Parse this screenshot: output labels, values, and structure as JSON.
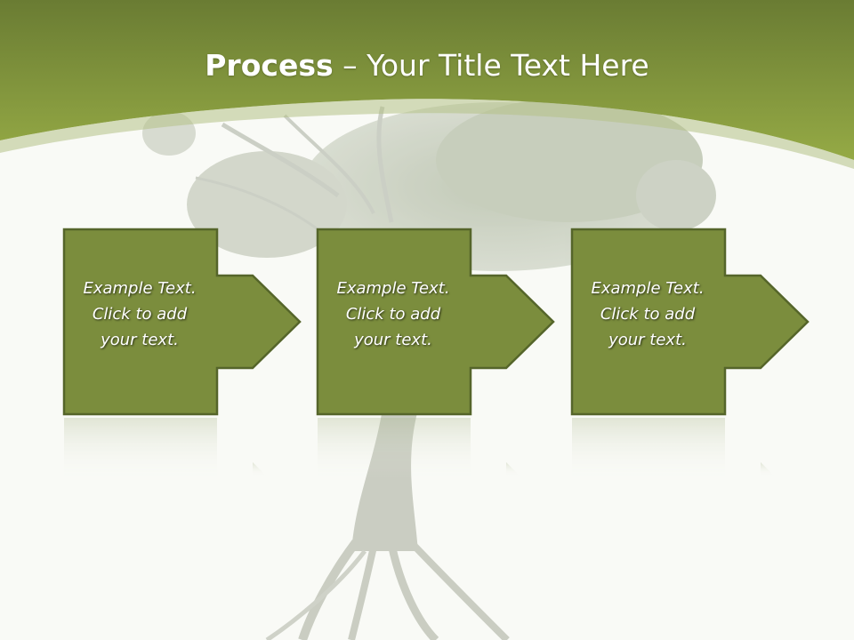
{
  "title": {
    "bold": "Process",
    "rest": " – Your Title Text Here"
  },
  "steps": [
    {
      "line1": "Example Text.",
      "line2": "Click  to add",
      "line3": "your text."
    },
    {
      "line1": "Example Text.",
      "line2": "Click  to add",
      "line3": "your text."
    },
    {
      "line1": "Example Text.",
      "line2": "Click  to add",
      "line3": "your text."
    }
  ],
  "colors": {
    "header_dark": "#6e8136",
    "header_light": "#93a844",
    "box_fill": "#7b8d3d",
    "box_border": "#55652a",
    "tree": "#c9cdc2",
    "background": "#f9faf6"
  },
  "icons": {
    "background_image": "tree-illustration"
  }
}
